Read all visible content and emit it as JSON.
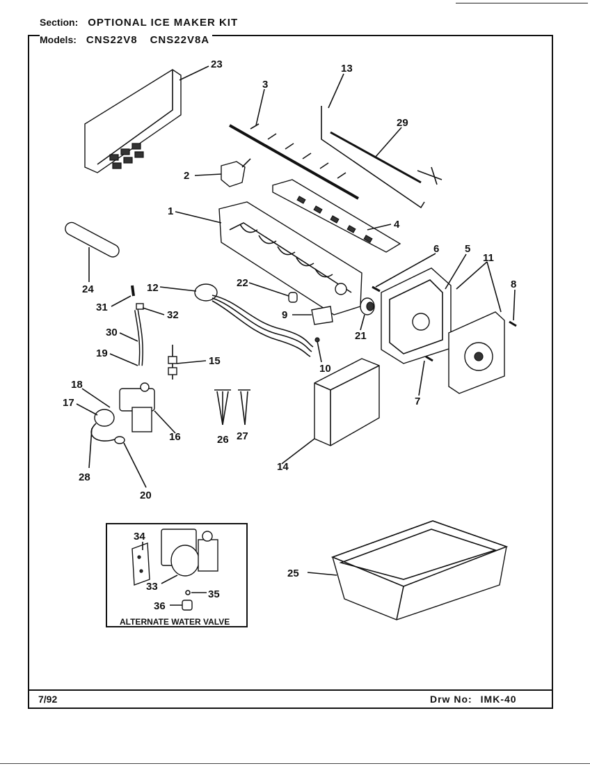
{
  "header": {
    "section_label": "Section:",
    "section_value": "OPTIONAL ICE MAKER KIT",
    "models_label": "Models:",
    "model_1": "CNS22V8",
    "model_2": "CNS22V8A"
  },
  "footer": {
    "date": "7/92",
    "drawing_label": "Drw No:",
    "drawing_number": "IMK-40"
  },
  "inset": {
    "caption": "ALTERNATE WATER VALVE"
  },
  "parts": {
    "p1": "1",
    "p2": "2",
    "p3": "3",
    "p4": "4",
    "p5": "5",
    "p6": "6",
    "p7": "7",
    "p8": "8",
    "p9": "9",
    "p10": "10",
    "p11": "11",
    "p12": "12",
    "p13": "13",
    "p14": "14",
    "p15": "15",
    "p16": "16",
    "p17": "17",
    "p18": "18",
    "p19": "19",
    "p20": "20",
    "p21": "21",
    "p22": "22",
    "p23": "23",
    "p24": "24",
    "p25": "25",
    "p26": "26",
    "p27": "27",
    "p28": "28",
    "p29": "29",
    "p30": "30",
    "p31": "31",
    "p32": "32",
    "p33": "33",
    "p34": "34",
    "p35": "35",
    "p36": "36"
  }
}
